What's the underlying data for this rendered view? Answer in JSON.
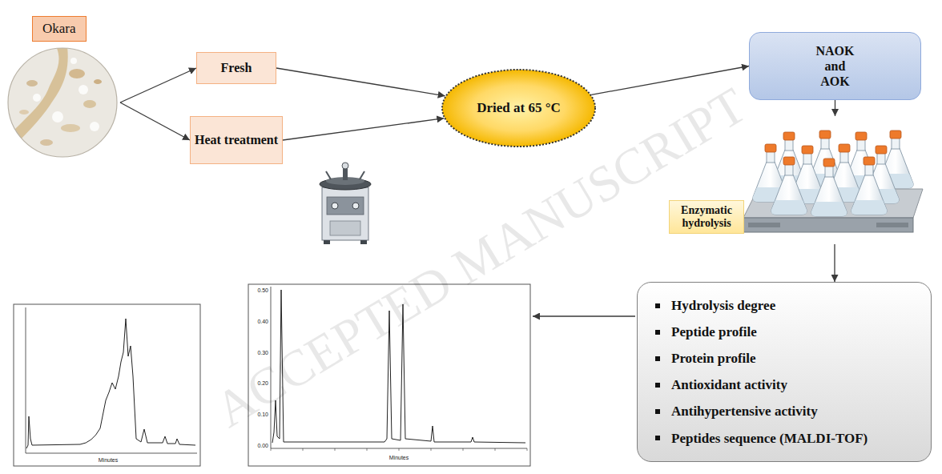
{
  "diagram": {
    "nodes": [
      {
        "text": [
          "Okara"
        ]
      },
      {
        "text": [
          "Fresh"
        ]
      },
      {
        "text": [
          "Heat treatment"
        ]
      },
      {
        "text": [
          "Dried at 65 °C"
        ]
      },
      {
        "text": [
          "NAOK and AOK"
        ]
      },
      {
        "text": [
          "Enzymatic hydrolysis"
        ]
      },
      {
        "text": [
          "Hydrolysis degree",
          "Peptide profile",
          "Protein profile",
          "Antioxidant activity",
          "Antihypertensive activity",
          "Peptides sequence (MALDI-TOF)"
        ]
      }
    ],
    "edges": [
      {
        "from": 0,
        "to": 1,
        "arrow": "to"
      },
      {
        "from": 0,
        "to": 2,
        "arrow": "to"
      },
      {
        "from": 1,
        "to": 3,
        "arrow": "to"
      },
      {
        "from": 2,
        "to": 3,
        "arrow": "to"
      },
      {
        "from": 3,
        "to": 4,
        "arrow": "to"
      },
      {
        "from": 4,
        "to": 5,
        "arrow": "to"
      },
      {
        "from": 5,
        "to": 6,
        "arrow": "to"
      }
    ],
    "labels": [
      "ACCEPTED MANUSCRIPT",
      "Minutes",
      "0.50",
      "0.40",
      "0.30",
      "0.20",
      "0.10",
      "0.00",
      "Minutes"
    ]
  }
}
